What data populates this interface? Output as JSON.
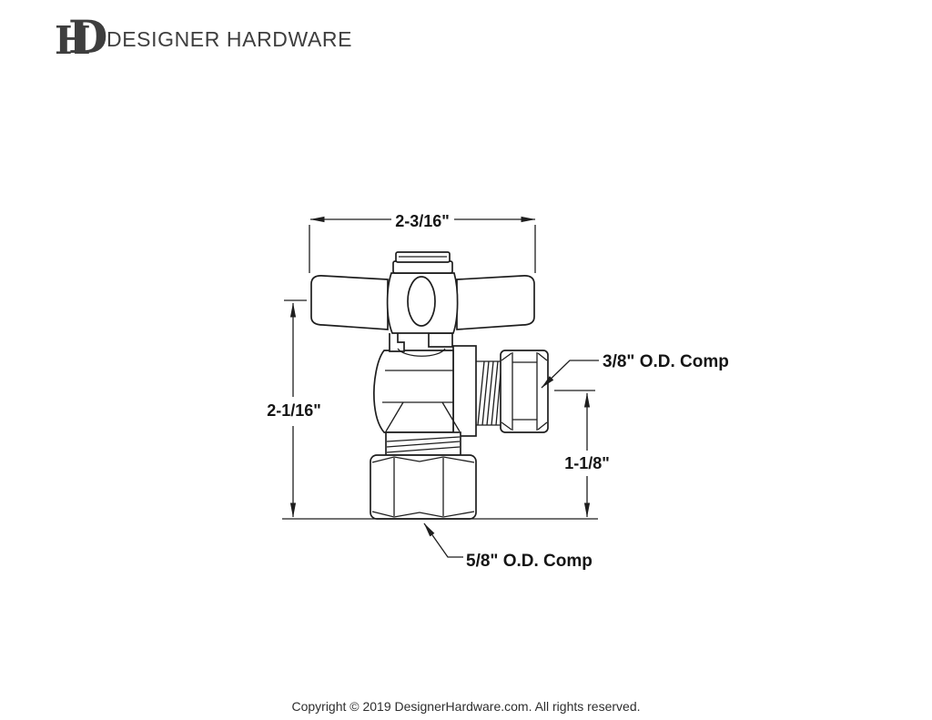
{
  "header": {
    "logo": {
      "letter_h": "H",
      "letter_d": "D"
    },
    "brand": "DESIGNER HARDWARE"
  },
  "diagram": {
    "dimensions": {
      "width_top": "2-3/16\"",
      "height_left": "2-1/16\"",
      "height_right": "1-1/8\""
    },
    "labels": {
      "outlet": "3/8\" O.D. Comp",
      "inlet": "5/8\" O.D. Comp"
    },
    "line_color": "#1e1e1e"
  },
  "footer": {
    "copyright": "Copyright © 2019 DesignerHardware.com. All rights reserved."
  }
}
